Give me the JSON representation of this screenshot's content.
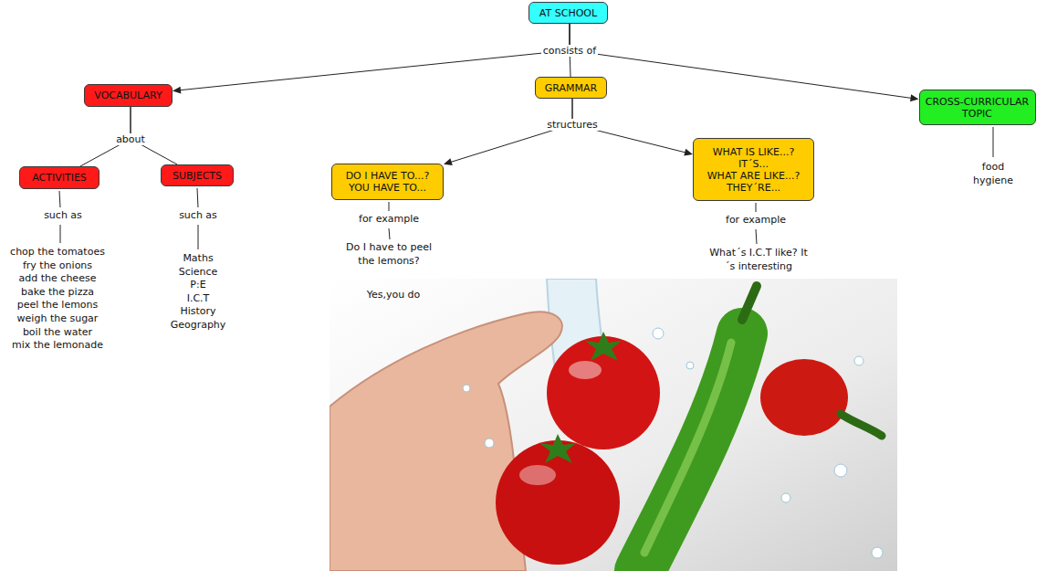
{
  "diagram": {
    "nodes": [
      {
        "text": [
          "AT SCHOOL"
        ]
      },
      {
        "text": [
          "VOCABULARY"
        ]
      },
      {
        "text": [
          "GRAMMAR"
        ]
      },
      {
        "text": [
          "CROSS-CURRICULAR TOPIC"
        ]
      },
      {
        "text": [
          "ACTIVITIES"
        ]
      },
      {
        "text": [
          "SUBJECTS"
        ]
      },
      {
        "text": [
          "DO I HAVE TO...?",
          "YOU HAVE TO..."
        ]
      },
      {
        "text": [
          "WHAT IS LIKE...?",
          "IT´S...",
          "WHAT ARE LIKE...?",
          "THEY´RE..."
        ]
      }
    ],
    "edges": [
      {
        "from": 0,
        "to": 1,
        "arrow": "to"
      },
      {
        "from": 0,
        "to": 2,
        "label": "consists of",
        "arrow": "none"
      },
      {
        "from": 0,
        "to": 3,
        "arrow": "to"
      },
      {
        "from": 1,
        "to": 4,
        "label": "about",
        "arrow": "none"
      },
      {
        "from": 1,
        "to": 5,
        "arrow": "none"
      },
      {
        "from": 2,
        "to": 6,
        "label": "structures",
        "arrow": "to"
      },
      {
        "from": 2,
        "to": 7,
        "arrow": "to"
      }
    ],
    "labels": [
      "such as",
      "chop the tomatoes",
      "fry the onions",
      "add the cheese",
      "bake the pizza",
      "peel the lemons",
      "weigh the sugar",
      "boil the water",
      "mix the lemonade",
      "such as",
      "Maths",
      "Science",
      "P:E",
      "I.C.T",
      "History",
      "Geography",
      "for example",
      "Do I have to peel the lemons?",
      "Yes,you do",
      "for example",
      "What´s I.C.T like? It´s interesting",
      "food hygiene"
    ]
  }
}
